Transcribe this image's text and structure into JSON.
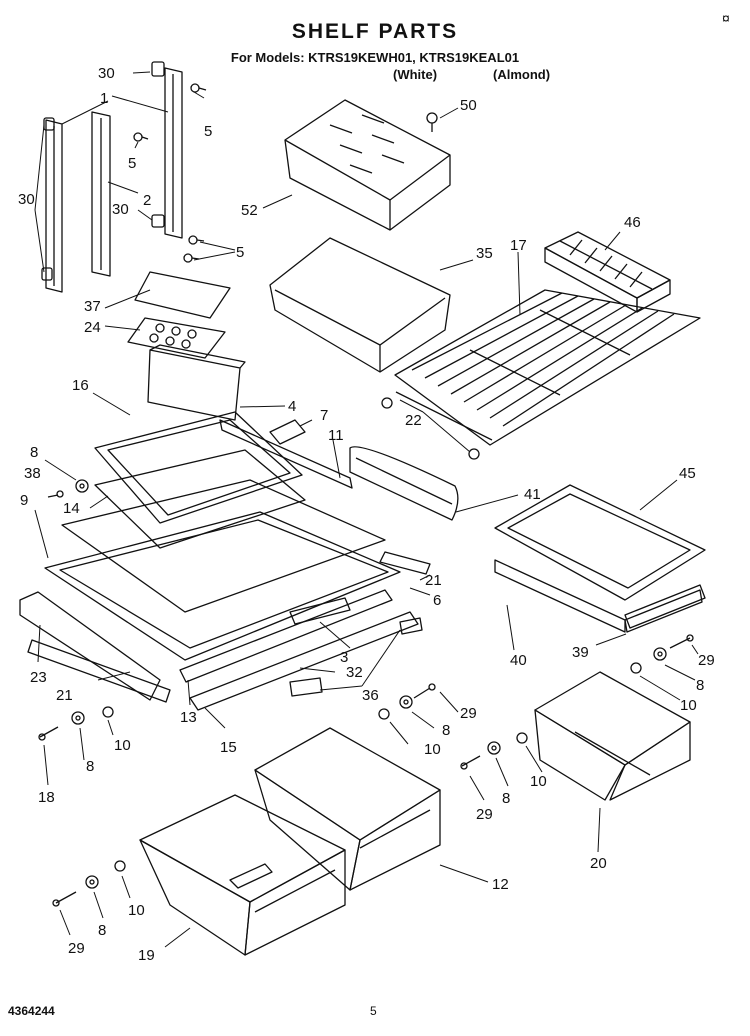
{
  "header": {
    "title": "SHELF PARTS",
    "models": "For Models: KTRS19KEWH01, KTRS19KEAL01",
    "color_white": "(White)",
    "color_almond": "(Almond)"
  },
  "footer": {
    "doc_number": "4364244",
    "page_number": "5"
  },
  "corner_mark": "¤",
  "callouts": [
    "30",
    "1",
    "5",
    "5",
    "2",
    "30",
    "5",
    "30",
    "37",
    "24",
    "16",
    "4",
    "7",
    "11",
    "8",
    "38",
    "14",
    "9",
    "50",
    "52",
    "35",
    "46",
    "17",
    "22",
    "41",
    "45",
    "21",
    "6",
    "23",
    "3",
    "32",
    "21",
    "36",
    "13",
    "15",
    "10",
    "8",
    "18",
    "40",
    "39",
    "29",
    "8",
    "10",
    "29",
    "10",
    "8",
    "29",
    "8",
    "10",
    "20",
    "12",
    "10",
    "8",
    "29",
    "19"
  ]
}
